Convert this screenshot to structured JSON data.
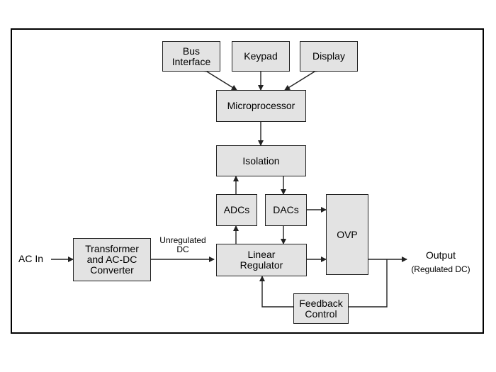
{
  "blocks": {
    "bus_interface": "Bus\nInterface",
    "keypad": "Keypad",
    "display": "Display",
    "microprocessor": "Microprocessor",
    "isolation": "Isolation",
    "adcs": "ADCs",
    "dacs": "DACs",
    "ovp": "OVP",
    "transformer": "Transformer\nand AC-DC\nConverter",
    "linear_regulator": "Linear\nRegulator",
    "feedback_control": "Feedback\nControl"
  },
  "labels": {
    "ac_in": "AC In",
    "unregulated_dc": "Unregulated\nDC",
    "output": "Output",
    "output_sub": "(Regulated DC)"
  }
}
